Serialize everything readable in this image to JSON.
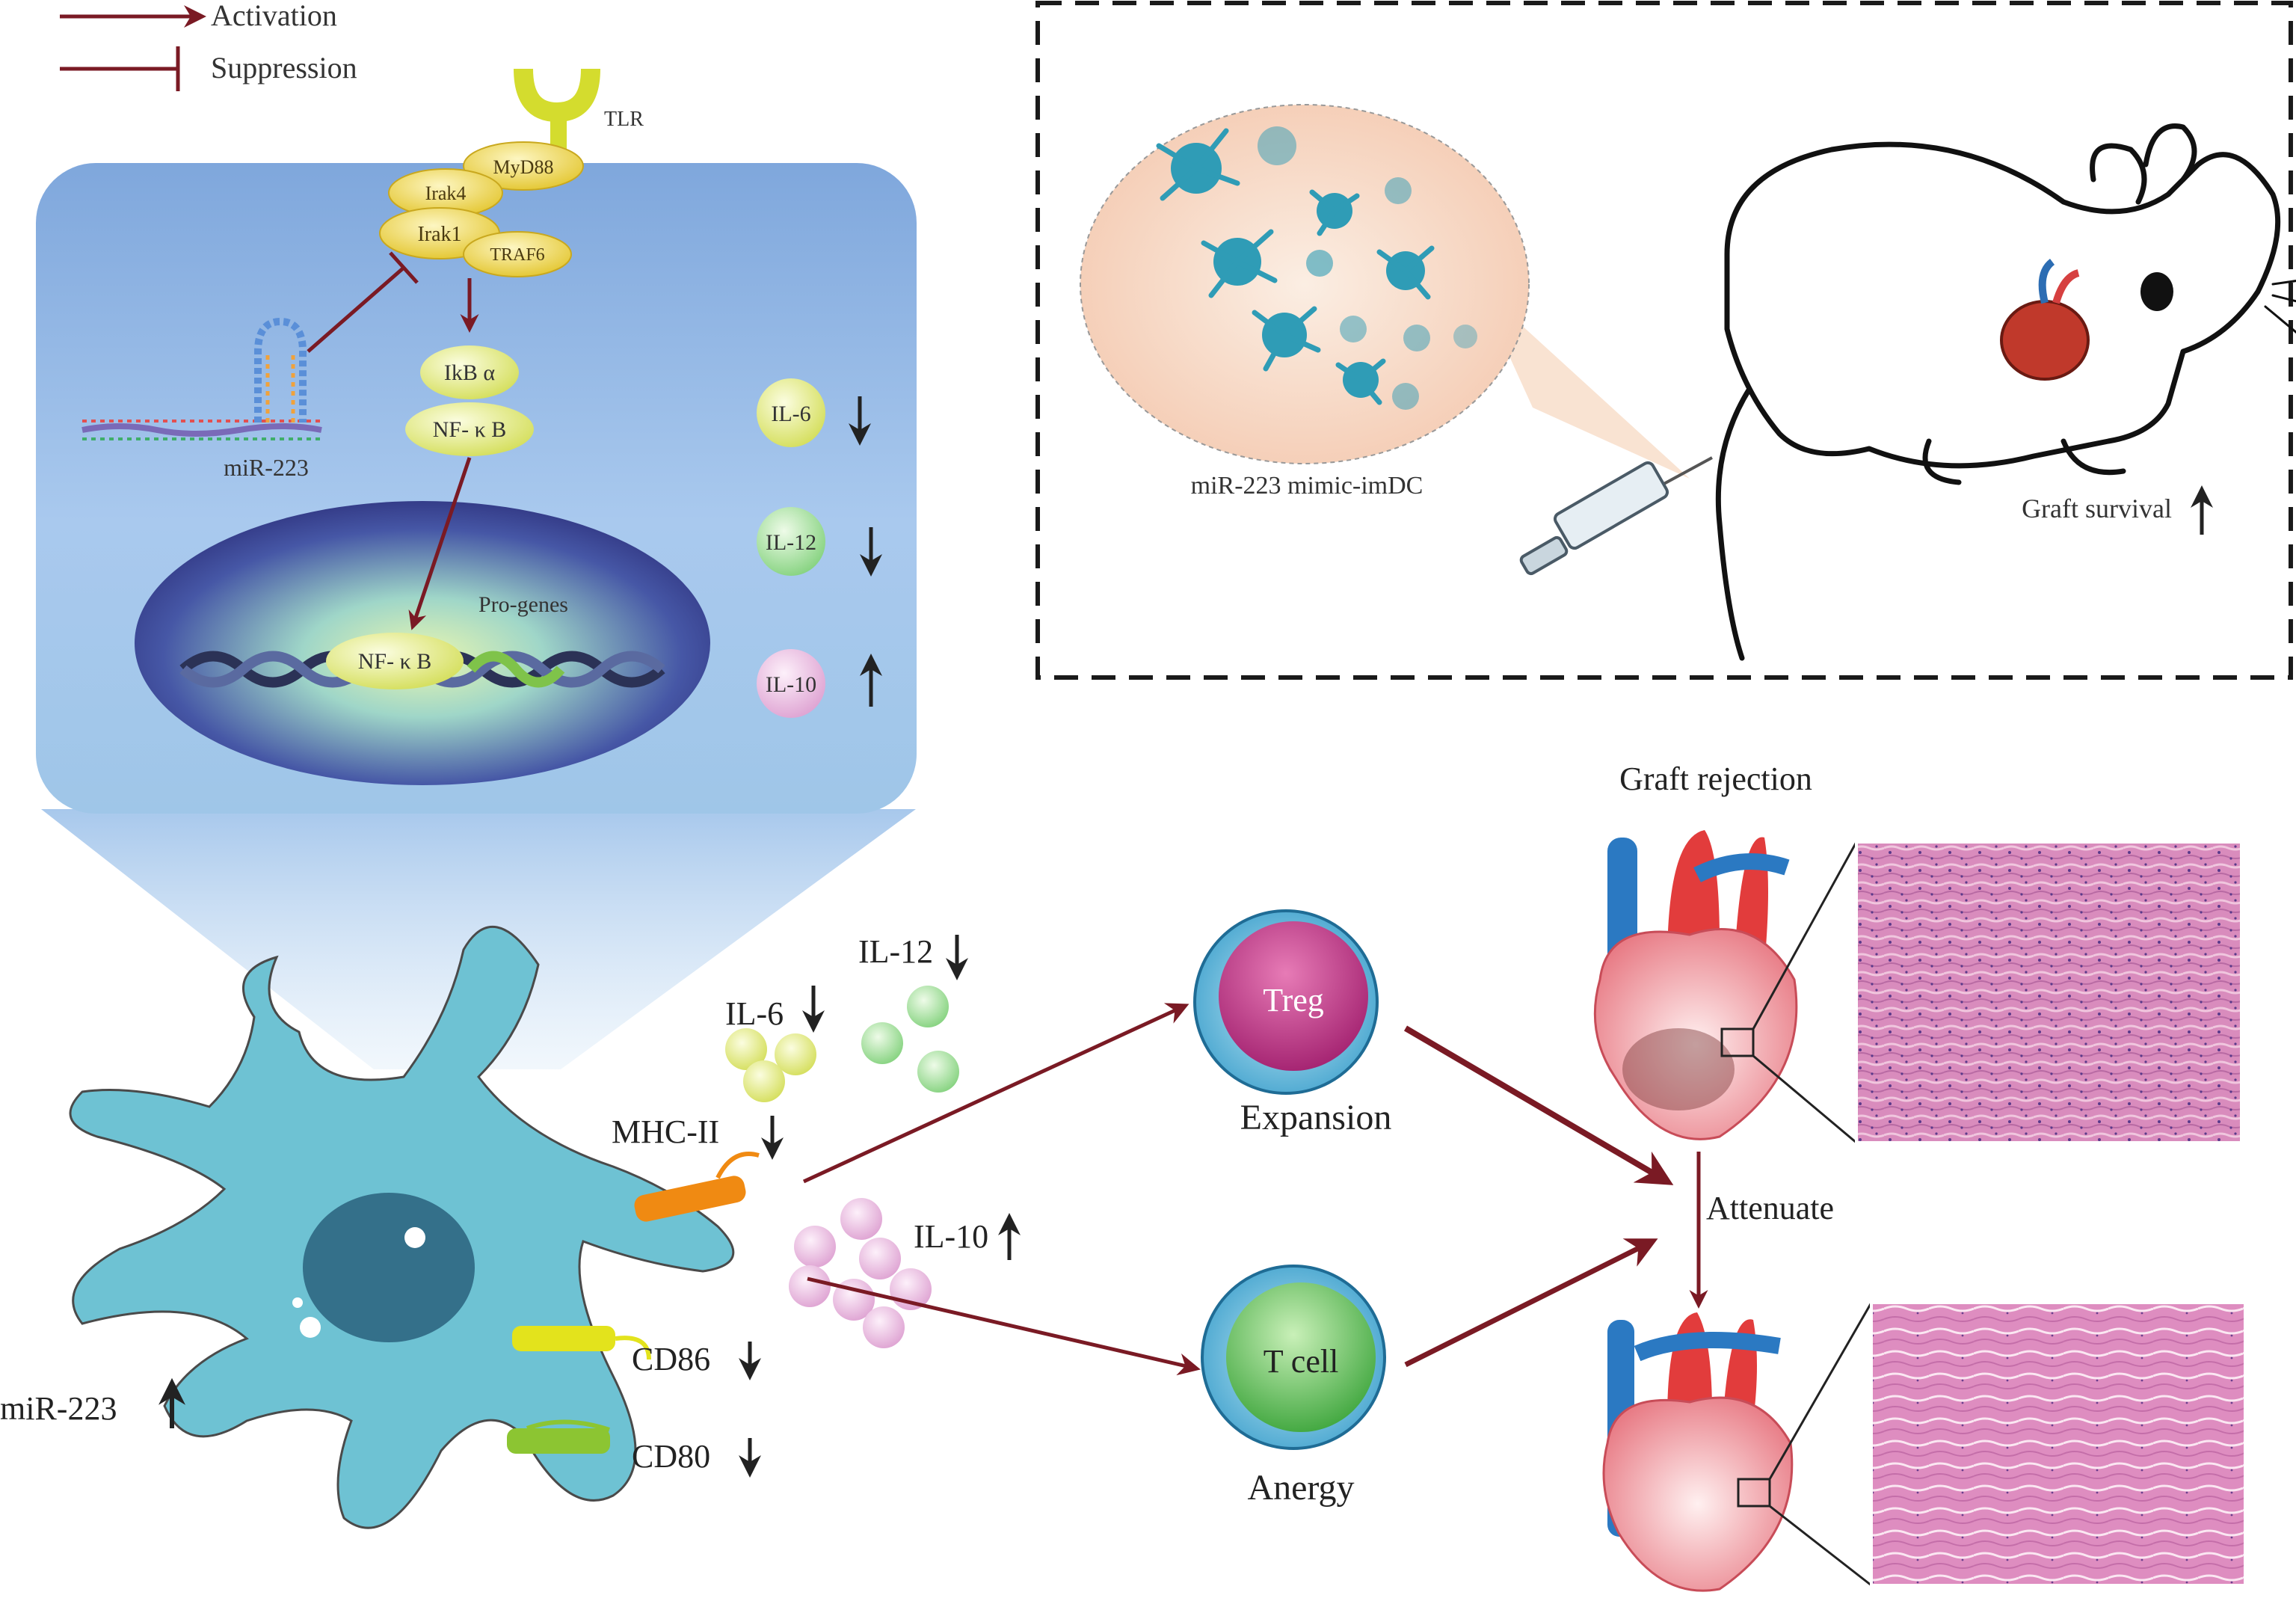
{
  "legend": {
    "activation": "Activation",
    "suppression": "Suppression"
  },
  "pathway": {
    "tlr": "TLR",
    "myd88": "MyD88",
    "irak4": "Irak4",
    "irak1": "Irak1",
    "traf6": "TRAF6",
    "ikba": "IkB α",
    "nfkb": "NF- κ B",
    "mirna": "miR-223",
    "pro_genes": "Pro-genes",
    "nfkb_nucleus": "NF- κ B"
  },
  "panel_cytokines": {
    "il6": "IL-6",
    "il12": "IL-12",
    "il10": "IL-10"
  },
  "injection_panel": {
    "cells_label": "miR-223 mimic-imDC",
    "graft_survival": "Graft survival"
  },
  "dc": {
    "mirna_label": "miR-223",
    "il6": "IL-6",
    "il12": "IL-12",
    "il10": "IL-10",
    "mhc": "MHC-II",
    "cd86": "CD86",
    "cd80": "CD80"
  },
  "tcells": {
    "treg": "Treg",
    "expansion": "Expansion",
    "tcell": "T cell",
    "anergy": "Anergy"
  },
  "outcome": {
    "graft_rejection": "Graft rejection",
    "attenuate": "Attenuate"
  },
  "colors": {
    "arrow": "#7a1a24",
    "panel_blue": "#8fb3e0",
    "dc_cell": "#6fbccb",
    "treg": "#c23a86",
    "tcell": "#5fc05a",
    "il6": "#dfe77a",
    "il12": "#98df98",
    "il10": "#e9b6de",
    "tissue": "#d67fb6"
  }
}
